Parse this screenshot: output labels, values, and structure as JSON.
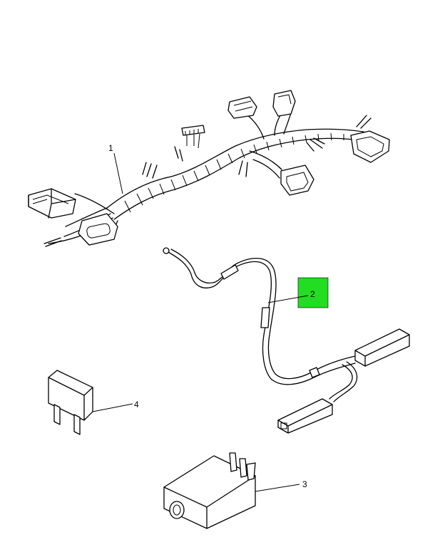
{
  "callouts": [
    {
      "number": "1",
      "part": "main-wiring-harness"
    },
    {
      "number": "2",
      "part": "pigtail-wire-assembly"
    },
    {
      "number": "3",
      "part": "relay"
    },
    {
      "number": "4",
      "part": "fuse"
    }
  ],
  "highlight": {
    "color": "#22dd22",
    "callout": "2"
  }
}
